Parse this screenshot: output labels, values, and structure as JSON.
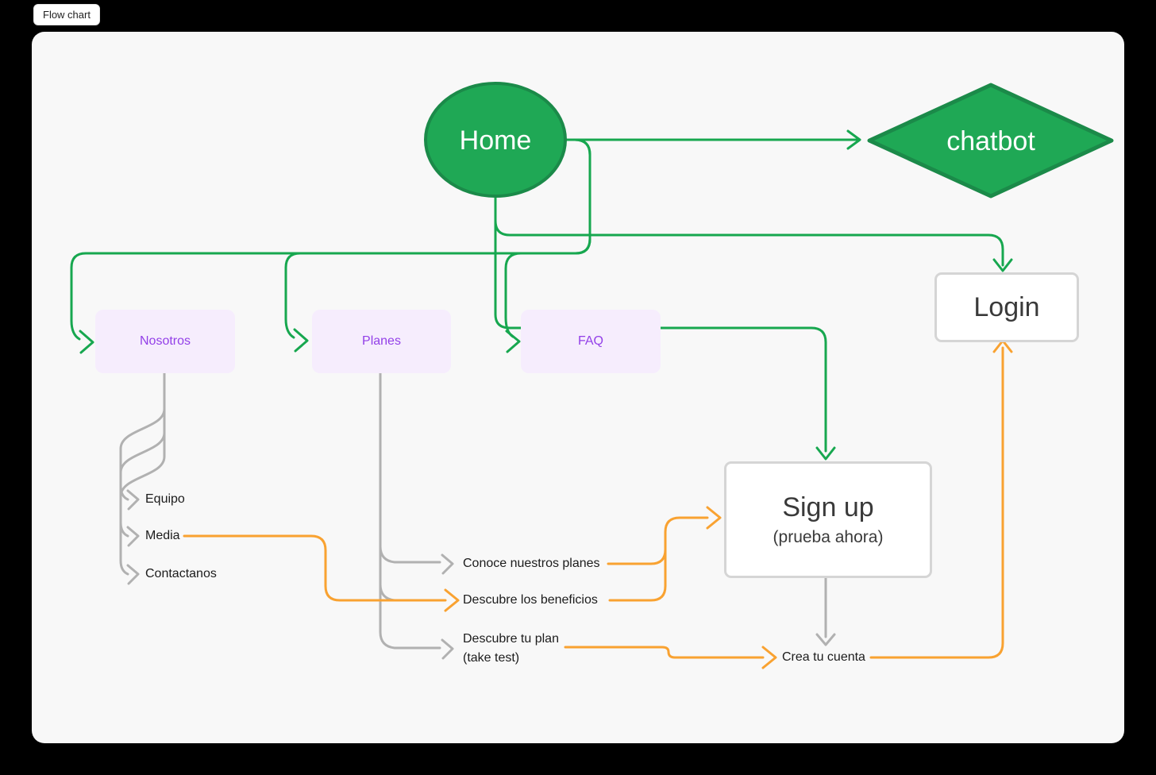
{
  "app": {
    "tab_label": "Flow chart"
  },
  "colors": {
    "edge_green": "#17A74F",
    "edge_gray": "#B1B1B1",
    "edge_orange": "#F9A231",
    "node_green_fill": "#1FA855",
    "node_green_stroke": "#1B8A49",
    "purple_box_fill": "#F6EDFD",
    "purple_box_text": "#9340E8",
    "canvas_bg": "#F8F8F8",
    "card_border": "#D5D5D5"
  },
  "nodes": {
    "home": {
      "label": "Home",
      "shape": "ellipse"
    },
    "chatbot": {
      "label": "chatbot",
      "shape": "diamond"
    },
    "nosotros": {
      "label": "Nosotros",
      "shape": "rounded-rect"
    },
    "planes": {
      "label": "Planes",
      "shape": "rounded-rect"
    },
    "faq": {
      "label": "FAQ",
      "shape": "rounded-rect"
    },
    "login": {
      "label": "Login",
      "shape": "rect"
    },
    "signup": {
      "label": "Sign up",
      "sublabel": "(prueba ahora)",
      "shape": "rect"
    }
  },
  "labels": {
    "equipo": "Equipo",
    "media": "Media",
    "contactanos": "Contactanos",
    "conoce": "Conoce nuestros planes",
    "beneficios": "Descubre los beneficios",
    "plan_line1": "Descubre tu plan",
    "plan_line2": "(take test)",
    "crea": "Crea tu cuenta"
  },
  "edges": [
    {
      "from": "home",
      "to": "chatbot",
      "color": "green"
    },
    {
      "from": "home",
      "to": "nosotros",
      "color": "green"
    },
    {
      "from": "home",
      "to": "planes",
      "color": "green"
    },
    {
      "from": "home",
      "to": "faq",
      "color": "green"
    },
    {
      "from": "home",
      "to": "login",
      "color": "green"
    },
    {
      "from": "faq",
      "to": "signup",
      "color": "green"
    },
    {
      "from": "nosotros",
      "to": "equipo",
      "color": "gray"
    },
    {
      "from": "nosotros",
      "to": "media",
      "color": "gray"
    },
    {
      "from": "nosotros",
      "to": "contactanos",
      "color": "gray"
    },
    {
      "from": "planes",
      "to": "conoce",
      "color": "gray"
    },
    {
      "from": "planes",
      "to": "beneficios",
      "color": "gray"
    },
    {
      "from": "planes",
      "to": "plan",
      "color": "gray"
    },
    {
      "from": "signup",
      "to": "crea",
      "color": "gray"
    },
    {
      "from": "media",
      "to": "beneficios",
      "color": "orange"
    },
    {
      "from": "conoce",
      "to": "signup",
      "color": "orange"
    },
    {
      "from": "beneficios",
      "to": "signup",
      "color": "orange"
    },
    {
      "from": "plan",
      "to": "crea",
      "color": "orange"
    },
    {
      "from": "crea",
      "to": "login",
      "color": "orange"
    }
  ]
}
